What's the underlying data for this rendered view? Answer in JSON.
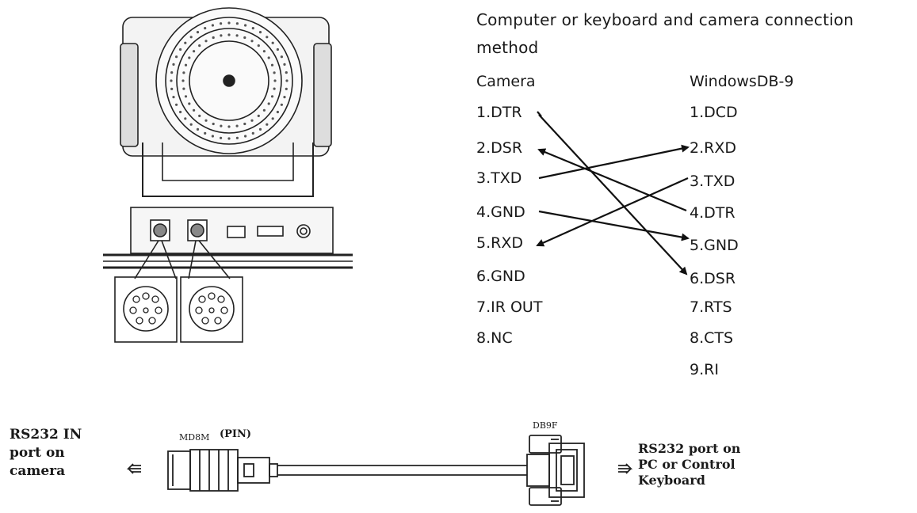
{
  "heading": {
    "line1": "Computer or keyboard and camera connection",
    "line2": "method"
  },
  "columns": {
    "camera_title": "Camera",
    "pc_title": "WindowsDB-9"
  },
  "camera_pins": [
    "1.DTR",
    "2.DSR",
    "3.TXD",
    "4.GND",
    "5.RXD",
    "6.GND",
    "7.IR OUT",
    "8.NC"
  ],
  "pc_pins": [
    "1.DCD",
    "2.RXD",
    "3.TXD",
    "4.DTR",
    "5.GND",
    "6.DSR",
    "7.RTS",
    "8.CTS",
    "9.RI"
  ],
  "cable": {
    "left_label": [
      "RS232 IN",
      "port on",
      "camera"
    ],
    "right_label": [
      "RS232 port on",
      "PC or Control",
      "Keyboard"
    ],
    "md8m_label": "MD8M",
    "pin_label": "(PIN)",
    "db9f_label": "DB9F"
  }
}
